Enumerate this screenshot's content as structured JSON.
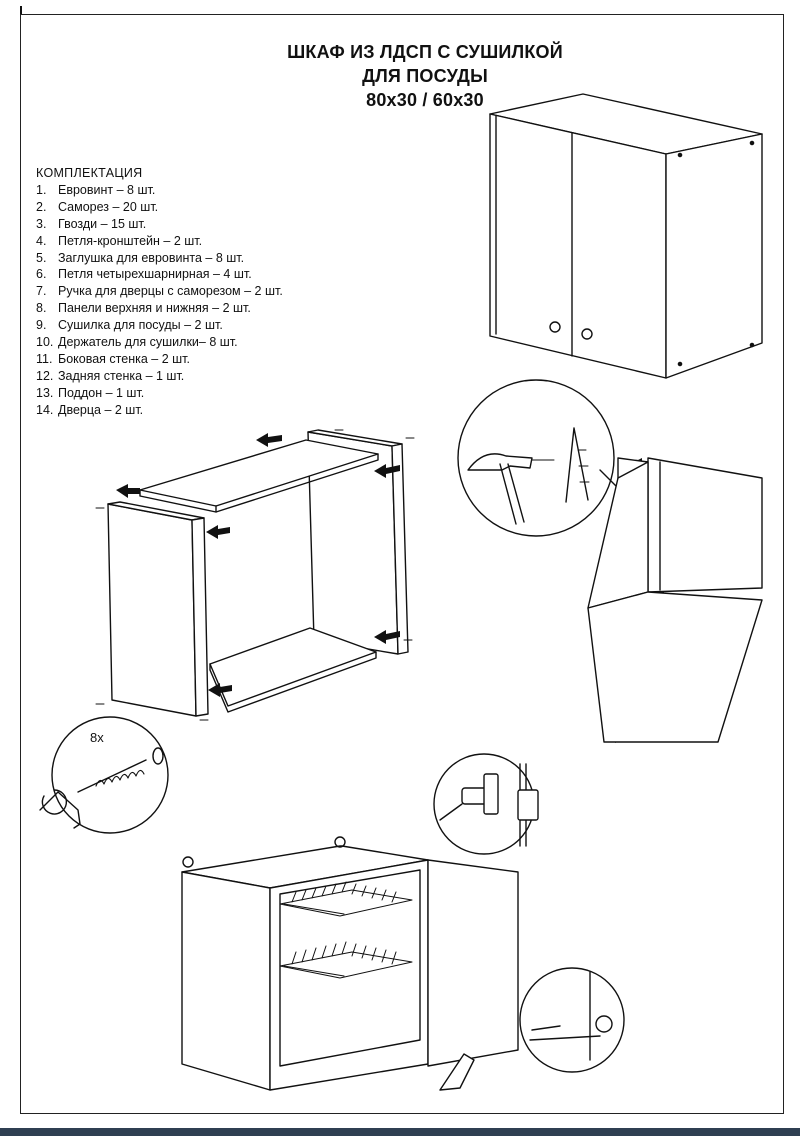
{
  "title": {
    "line1": "ШКАФ ИЗ ЛДСП С СУШИЛКОЙ",
    "line2": "ДЛЯ ПОСУДЫ",
    "line3": "80х30 / 60х30"
  },
  "kit": {
    "heading": "КОМПЛЕКТАЦИЯ",
    "items": [
      {
        "num": "1.",
        "text": "Евровинт – 8 шт."
      },
      {
        "num": "2.",
        "text": "Саморез – 20 шт."
      },
      {
        "num": "3.",
        "text": "Гвозди – 15 шт."
      },
      {
        "num": "4.",
        "text": "Петля-кронштейн – 2 шт."
      },
      {
        "num": "5.",
        "text": "Заглушка для евровинта – 8 шт."
      },
      {
        "num": "6.",
        "text": "Петля четырехшарнирная – 4 шт."
      },
      {
        "num": "7.",
        "text": "Ручка для дверцы с саморезом – 2 шт."
      },
      {
        "num": "8.",
        "text": "Панели верхняя и нижняя – 2 шт."
      },
      {
        "num": "9.",
        "text": "Сушилка для посуды – 2 шт."
      },
      {
        "num": "10.",
        "text": "Держатель для сушилки– 8 шт."
      },
      {
        "num": "11.",
        "text": "Боковая стенка – 2 шт."
      },
      {
        "num": "12.",
        "text": "Задняя стенка – 1 шт."
      },
      {
        "num": "13.",
        "text": "Поддон – 1 шт."
      },
      {
        "num": "14.",
        "text": "Дверца – 2 шт."
      }
    ]
  },
  "screw_detail": {
    "count_label": "8x"
  }
}
